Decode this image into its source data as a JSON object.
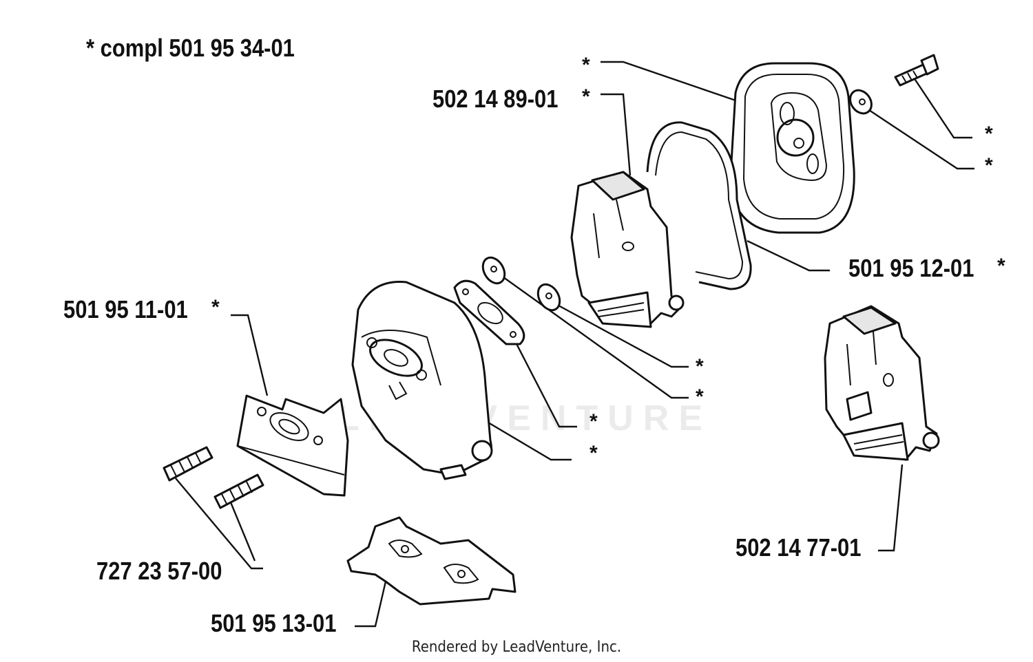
{
  "title": "* compl 501 95 34-01",
  "labels": {
    "p502_14_89_01": "502 14 89-01",
    "p501_95_12_01": "501 95 12-01",
    "p501_95_11_01": "501 95 11-01",
    "p727_23_57_00": "727 23 57-00",
    "p501_95_13_01": "501 95 13-01",
    "p502_14_77_01": "502 14 77-01"
  },
  "star": "*",
  "watermark": "LEADVENTURE",
  "footer": "Rendered by LeadVenture, Inc."
}
